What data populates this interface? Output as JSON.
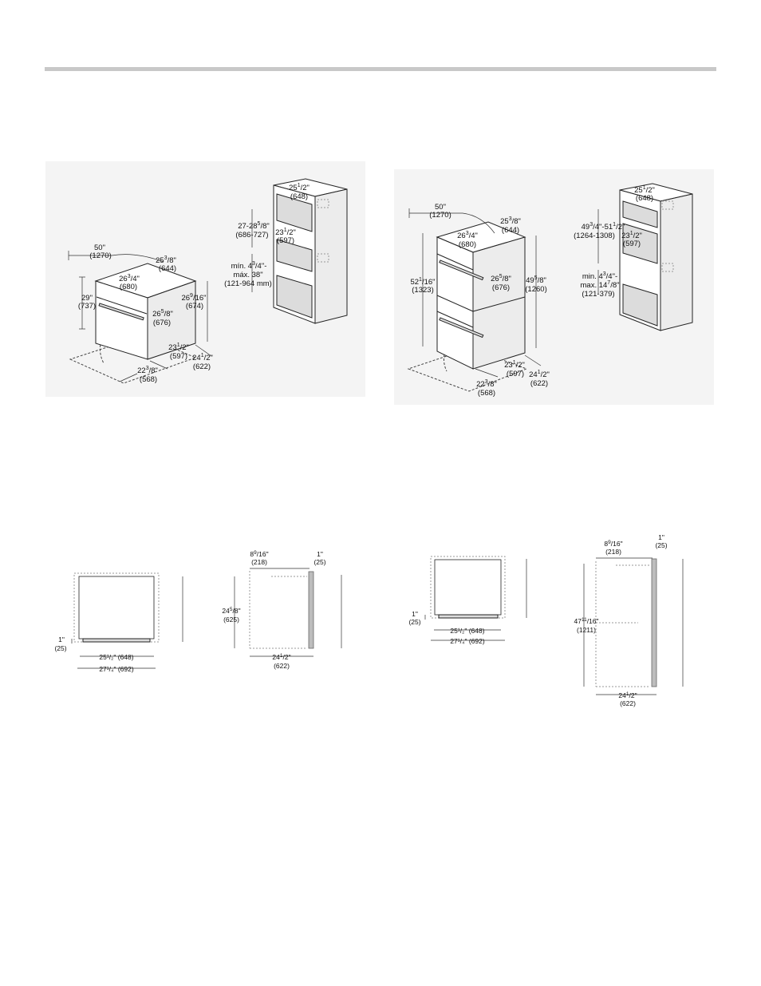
{
  "single_oven": {
    "oven": {
      "door_swing": {
        "in": "50\"",
        "mm": "(1270)"
      },
      "cab_depth": {
        "in": "25",
        "sup": "3",
        "den": "/8\"",
        "mm": "(644)"
      },
      "top_width": {
        "in": "26",
        "sup": "3",
        "den": "/4\"",
        "mm": "(680)"
      },
      "height": {
        "in": "29\"",
        "mm": "(737)"
      },
      "side_height": {
        "in": "26",
        "sup": "9",
        "den": "/16\"",
        "mm": "(674)"
      },
      "front_width": {
        "in": "26",
        "sup": "5",
        "den": "/8\"",
        "mm": "(676)"
      },
      "depth_a": {
        "in": "23",
        "sup": "1",
        "den": "/2\"",
        "mm": "(597)"
      },
      "depth_b": {
        "in": "24",
        "sup": "1",
        "den": "/2\"",
        "mm": "(622)"
      },
      "floor_depth": {
        "in": "22",
        "sup": "3",
        "den": "/8\"",
        "mm": "(568)"
      }
    },
    "cabinet": {
      "width": {
        "in": "25",
        "sup": "1",
        "den": "/2\"",
        "mm": "(648)"
      },
      "opening": {
        "in": "27-28",
        "sup": "5",
        "den": "/8\"",
        "mm": "(686-727)"
      },
      "depth": {
        "in": "23",
        "sup": "1",
        "den": "/2\"",
        "mm": "(597)"
      },
      "base": {
        "line1a": "mín. 4",
        "line1sup": "3",
        "line1b": "/4\"-",
        "line2": "máx. 38\"",
        "line3": "(121-964 mm)"
      }
    }
  },
  "double_oven": {
    "oven": {
      "door_swing": {
        "in": "50\"",
        "mm": "(1270)"
      },
      "cab_depth": {
        "in": "25",
        "sup": "3",
        "den": "/8\"",
        "mm": "(644)"
      },
      "top_width": {
        "in": "26",
        "sup": "3",
        "den": "/4\"",
        "mm": "(680)"
      },
      "height": {
        "in": "52",
        "sup": "1",
        "den": "/16\"",
        "mm": "(1323)"
      },
      "front_width": {
        "in": "26",
        "sup": "5",
        "den": "/8\"",
        "mm": "(676)"
      },
      "side_height": {
        "in": "49",
        "sup": "5",
        "den": "/8\"",
        "mm": "(1260)"
      },
      "depth_a": {
        "in": "23",
        "sup": "1",
        "den": "/2\"",
        "mm": "(597)"
      },
      "depth_b": {
        "in": "24",
        "sup": "1",
        "den": "/2\"",
        "mm": "(622)"
      },
      "floor_depth": {
        "in": "22",
        "sup": "3",
        "den": "/8\"",
        "mm": "(568)"
      }
    },
    "cabinet": {
      "width": {
        "in": "25",
        "sup": "1",
        "den": "/2\"",
        "mm": "(648)"
      },
      "opening": {
        "in": "49",
        "sup": "3",
        "mid": "/4\"-51",
        "sup2": "1",
        "den": "/2\"",
        "mm": "(1264-1308)"
      },
      "depth": {
        "in": "23",
        "sup": "1",
        "den": "/2\"",
        "mm": "(597)"
      },
      "base": {
        "line1a": "min. 4",
        "line1sup": "3",
        "line1b": "/4\"-",
        "line2a": "max. 14",
        "line2sup": "7",
        "line2b": "/8\"",
        "line3": "(121-379)"
      }
    }
  },
  "single_front": {
    "gap": {
      "in": "1\"",
      "mm": "(25)"
    },
    "width_a": "25¹/₂\" (648)",
    "width_b": "27¹/₄\" (692)"
  },
  "single_side": {
    "top": {
      "in": "8",
      "sup": "9",
      "den": "/16\"",
      "mm": "(218)"
    },
    "gap": {
      "in": "1\"",
      "mm": "(25)"
    },
    "height": {
      "in": "24",
      "sup": "5",
      "den": "/8\"",
      "mm": "(625)"
    },
    "depth": {
      "in": "24",
      "sup": "1",
      "den": "/2\"",
      "mm": "(622)"
    }
  },
  "double_front": {
    "gap": {
      "in": "1\"",
      "mm": "(25)"
    },
    "width_a": "25¹/₂\" (648)",
    "width_b": "27¹/₄\" (692)"
  },
  "double_side": {
    "top": {
      "in": "8",
      "sup": "9",
      "den": "/16\"",
      "mm": "(218)"
    },
    "gap": {
      "in": "1\"",
      "mm": "(25)"
    },
    "height": {
      "in": "47",
      "sup": "11",
      "den": "/16\"",
      "mm": "(1211)"
    },
    "depth": {
      "in": "24",
      "sup": "1",
      "den": "/2\"",
      "mm": "(622)"
    }
  }
}
